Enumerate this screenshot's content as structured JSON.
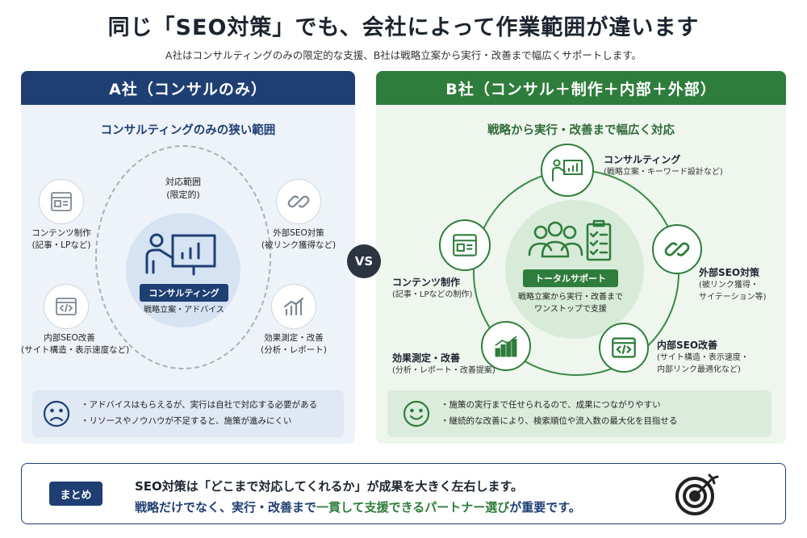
{
  "header": {
    "title": "同じ「SEO対策」でも、会社によって作業範囲が違います",
    "subtitle": "A社はコンサルティングのみの限定的な支援、B社は戦略立案から実行・改善まで幅広くサポートします。"
  },
  "panel_a": {
    "title": "A社（コンサルのみ）",
    "subtitle": "コンサルティングのみの狭い範囲",
    "scope_label_1": "対応範囲",
    "scope_label_2": "(限定的)",
    "center_badge": "コンサルティング",
    "center_desc": "戦略立案・アドバイス",
    "items": [
      {
        "title": "コンテンツ制作",
        "desc": "(記事・LPなど)",
        "icon": "document-icon"
      },
      {
        "title": "外部SEO対策",
        "desc": "(被リンク獲得など)",
        "icon": "link-icon"
      },
      {
        "title": "内部SEO改善",
        "desc": "(サイト構造・表示速度など)",
        "icon": "code-icon"
      },
      {
        "title": "効果測定・改善",
        "desc": "(分析・レポート)",
        "icon": "chart-icon"
      }
    ],
    "notes": [
      "アドバイスはもらえるが、実行は自社で対応する必要がある",
      "リソースやノウハウが不足すると、施策が進みにくい"
    ],
    "face_icon": "sad-face-icon"
  },
  "vs_label": "VS",
  "panel_b": {
    "title": "B社（コンサル＋制作＋内部＋外部）",
    "subtitle": "戦略から実行・改善まで幅広く対応",
    "center_badge": "トータルサポート",
    "center_desc_1": "戦略立案から実行・改善まで",
    "center_desc_2": "ワンストップで支援",
    "items": [
      {
        "title": "コンサルティング",
        "desc": "(戦略立案・キーワード設計など)",
        "icon": "presenter-icon"
      },
      {
        "title": "外部SEO対策",
        "desc_1": "(被リンク獲得・",
        "desc_2": "サイテーション等)",
        "icon": "link-icon"
      },
      {
        "title": "内部SEO改善",
        "desc_1": "(サイト構造・表示速度・",
        "desc_2": "内部リンク最適化など)",
        "icon": "code-icon"
      },
      {
        "title": "効果測定・改善",
        "desc": "(分析・レポート・改善提案)",
        "icon": "chart-icon"
      },
      {
        "title": "コンテンツ制作",
        "desc": "(記事・LPなどの制作)",
        "icon": "document-icon"
      }
    ],
    "notes": [
      "施策の実行まで任せられるので、成果につながりやすい",
      "継続的な改善により、検索順位や流入数の最大化を目指せる"
    ],
    "face_icon": "smile-face-icon"
  },
  "summary": {
    "badge": "まとめ",
    "line1": "SEO対策は「どこまで対応してくれるか」が成果を大きく左右します。",
    "line2_a": "戦略だけでなく、実行・改善まで",
    "line2_hl": "一貫して支援できるパートナー選び",
    "line2_b": "が重要です。",
    "icon": "target-icon"
  },
  "colors": {
    "navy": "#1f3f73",
    "green": "#2f7d3c"
  }
}
